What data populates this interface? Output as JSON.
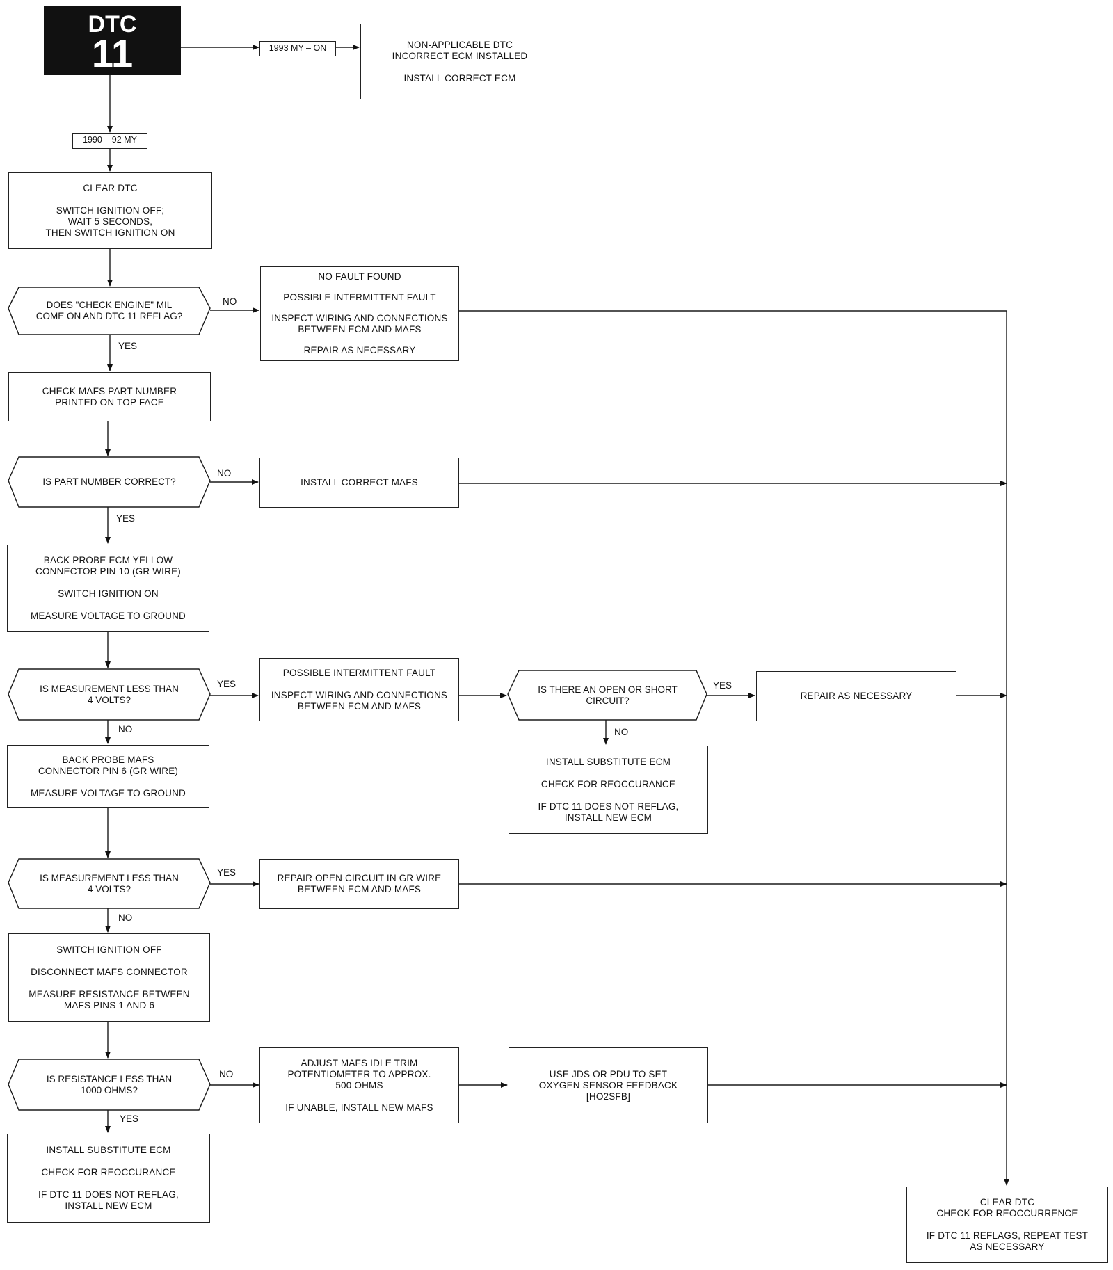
{
  "header": {
    "code_prefix": "DTC",
    "code_number": "11"
  },
  "tags": {
    "my_1993_on": "1993 MY – ON",
    "my_1990_92": "1990 – 92 MY"
  },
  "labels": {
    "yes": "YES",
    "no": "NO"
  },
  "boxes": {
    "non_applicable": {
      "line1": "NON-APPLICABLE DTC\nINCORRECT ECM INSTALLED",
      "line2": "INSTALL CORRECT ECM"
    },
    "clear_dtc": {
      "line1": "CLEAR DTC",
      "line2": "SWITCH IGNITION OFF;\nWAIT 5 SECONDS,\nTHEN SWITCH IGNITION ON"
    },
    "no_fault": {
      "line1": "NO FAULT FOUND",
      "line2": "POSSIBLE INTERMITTENT FAULT",
      "line3": "INSPECT WIRING AND CONNECTIONS\nBETWEEN ECM AND MAFS",
      "line4": "REPAIR AS NECESSARY"
    },
    "check_mafs_part": {
      "line1": "CHECK MAFS PART NUMBER\nPRINTED ON TOP FACE"
    },
    "install_correct_mafs": {
      "line1": "INSTALL CORRECT MAFS"
    },
    "back_probe_ecm": {
      "line1": "BACK PROBE ECM YELLOW\nCONNECTOR PIN 10 (GR WIRE)",
      "line2": "SWITCH IGNITION ON",
      "line3": "MEASURE VOLTAGE TO GROUND"
    },
    "possible_intermittent": {
      "line1": "POSSIBLE INTERMITTENT FAULT",
      "line2": "INSPECT WIRING AND CONNECTIONS\nBETWEEN ECM AND MAFS"
    },
    "repair_as_necessary": {
      "line1": "REPAIR AS NECESSARY"
    },
    "back_probe_mafs": {
      "line1": "BACK PROBE MAFS\nCONNECTOR PIN 6 (GR WIRE)",
      "line2": "MEASURE VOLTAGE TO GROUND"
    },
    "install_substitute_ecm_mid": {
      "line1": "INSTALL SUBSTITUTE ECM",
      "line2": "CHECK FOR REOCCURANCE",
      "line3": "IF DTC 11 DOES NOT REFLAG,\nINSTALL NEW ECM"
    },
    "repair_open_circuit": {
      "line1": "REPAIR OPEN CIRCUIT IN GR WIRE\nBETWEEN ECM AND MAFS"
    },
    "switch_off_disconnect": {
      "line1": "SWITCH IGNITION OFF",
      "line2": "DISCONNECT MAFS CONNECTOR",
      "line3": "MEASURE RESISTANCE BETWEEN\nMAFS PINS 1 AND 6"
    },
    "adjust_mafs": {
      "line1": "ADJUST MAFS IDLE TRIM\nPOTENTIOMETER TO APPROX.\n500 OHMS",
      "line2": "IF UNABLE, INSTALL NEW MAFS"
    },
    "use_jds": {
      "line1": "USE JDS OR PDU TO SET\nOXYGEN SENSOR FEEDBACK\n[HO2SFB]"
    },
    "install_substitute_ecm_bottom": {
      "line1": "INSTALL SUBSTITUTE ECM",
      "line2": "CHECK FOR REOCCURANCE",
      "line3": "IF DTC 11 DOES NOT REFLAG,\nINSTALL NEW ECM"
    },
    "clear_dtc_final": {
      "line1": "CLEAR DTC\nCHECK FOR REOCCURRENCE",
      "line2": "IF DTC 11 REFLAGS, REPEAT TEST\nAS NECESSARY"
    }
  },
  "decisions": {
    "mil_reflag": "DOES \"CHECK ENGINE\" MIL\nCOME ON AND DTC 11 REFLAG?",
    "part_correct": "IS PART NUMBER CORRECT?",
    "less_4v_a": "IS MEASUREMENT LESS THAN\n4 VOLTS?",
    "open_short": "IS THERE AN OPEN OR SHORT\nCIRCUIT?",
    "less_4v_b": "IS MEASUREMENT LESS THAN\n4 VOLTS?",
    "less_1000": "IS RESISTANCE LESS THAN\n1000 OHMS?"
  }
}
